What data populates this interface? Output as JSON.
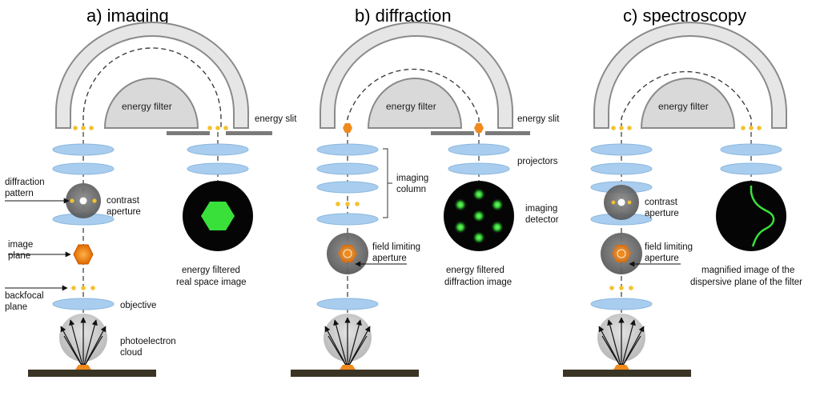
{
  "panels": [
    {
      "id": "a",
      "title": "a) imaging",
      "energy_filter": "energy filter",
      "energy_slit": "energy slit",
      "labels": {
        "diffraction_pattern_1": "diffraction",
        "diffraction_pattern_2": "pattern",
        "contrast_1": "contrast",
        "contrast_2": "aperture",
        "image_plane_1": "image",
        "image_plane_2": "plane",
        "backfocal_1": "backfocal",
        "backfocal_2": "plane",
        "objective": "objective",
        "cloud_1": "photoelectron",
        "cloud_2": "cloud",
        "output_1": "energy filtered",
        "output_2": "real space image"
      }
    },
    {
      "id": "b",
      "title": "b) diffraction",
      "energy_filter": "energy filter",
      "energy_slit": "energy slit",
      "labels": {
        "projectors": "projectors",
        "imaging_column_1": "imaging",
        "imaging_column_2": "column",
        "detector_1": "imaging",
        "detector_2": "detector",
        "field_1": "field limiting",
        "field_2": "aperture",
        "output_1": "energy filtered",
        "output_2": "diffraction image"
      }
    },
    {
      "id": "c",
      "title": "c) spectroscopy",
      "energy_filter": "energy filter",
      "labels": {
        "contrast_1": "contrast",
        "contrast_2": "aperture",
        "field_1": "field limiting",
        "field_2": "aperture",
        "output_1": "magnified image of the",
        "output_2": "dispersive plane of the filter"
      }
    }
  ],
  "colors": {
    "lens": "#a9cdee",
    "lens_edge": "#8ab7e0",
    "filter_fill": "#e6e6e6",
    "filter_stroke": "#8a8a8a",
    "slit": "#7a7a7a",
    "dot": "#f2c230",
    "hexagon": "#f08a1c",
    "aperture": "#666666",
    "green": "#39e03a",
    "sample": "#3a3424"
  }
}
